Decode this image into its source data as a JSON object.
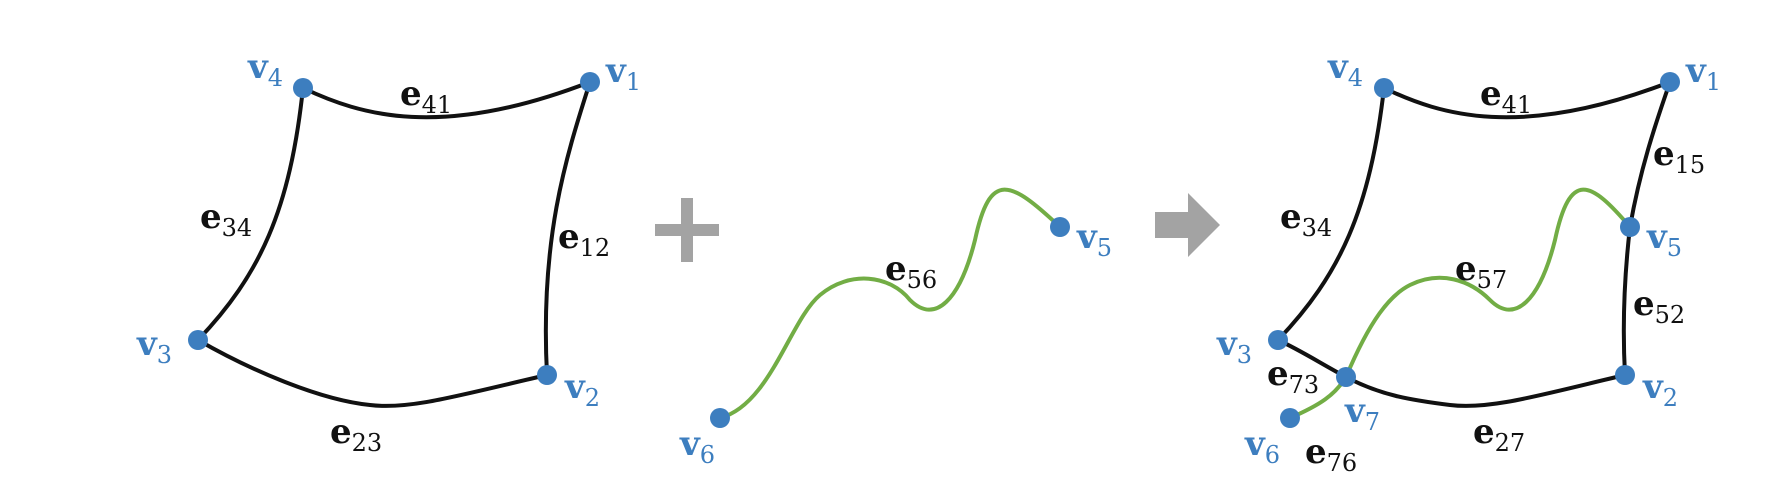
{
  "colors": {
    "vertex": "#3d7ebf",
    "edge": "#111111",
    "new_curve": "#72ad45",
    "operator": "#a3a3a3"
  },
  "operators": {
    "plus": "plus-sign",
    "arrow": "right-arrow"
  },
  "panel_before": {
    "vertices": [
      {
        "id": "v4",
        "base": "v",
        "sub": "4"
      },
      {
        "id": "v1",
        "base": "v",
        "sub": "1"
      },
      {
        "id": "v3",
        "base": "v",
        "sub": "3"
      },
      {
        "id": "v2",
        "base": "v",
        "sub": "2"
      }
    ],
    "edges": [
      {
        "id": "e41",
        "base": "e",
        "sub": "41"
      },
      {
        "id": "e34",
        "base": "e",
        "sub": "34"
      },
      {
        "id": "e12",
        "base": "e",
        "sub": "12"
      },
      {
        "id": "e23",
        "base": "e",
        "sub": "23"
      }
    ]
  },
  "panel_curve": {
    "vertices": [
      {
        "id": "v5",
        "base": "v",
        "sub": "5"
      },
      {
        "id": "v6",
        "base": "v",
        "sub": "6"
      }
    ],
    "edges": [
      {
        "id": "e56",
        "base": "e",
        "sub": "56"
      }
    ]
  },
  "panel_after": {
    "vertices": [
      {
        "id": "v4",
        "base": "v",
        "sub": "4"
      },
      {
        "id": "v1",
        "base": "v",
        "sub": "1"
      },
      {
        "id": "v5",
        "base": "v",
        "sub": "5"
      },
      {
        "id": "v3",
        "base": "v",
        "sub": "3"
      },
      {
        "id": "v7",
        "base": "v",
        "sub": "7"
      },
      {
        "id": "v2",
        "base": "v",
        "sub": "2"
      },
      {
        "id": "v6",
        "base": "v",
        "sub": "6"
      }
    ],
    "edges": [
      {
        "id": "e41",
        "base": "e",
        "sub": "41"
      },
      {
        "id": "e15",
        "base": "e",
        "sub": "15"
      },
      {
        "id": "e34",
        "base": "e",
        "sub": "34"
      },
      {
        "id": "e57",
        "base": "e",
        "sub": "57"
      },
      {
        "id": "e52",
        "base": "e",
        "sub": "52"
      },
      {
        "id": "e73",
        "base": "e",
        "sub": "73"
      },
      {
        "id": "e27",
        "base": "e",
        "sub": "27"
      },
      {
        "id": "e76",
        "base": "e",
        "sub": "76"
      }
    ]
  }
}
